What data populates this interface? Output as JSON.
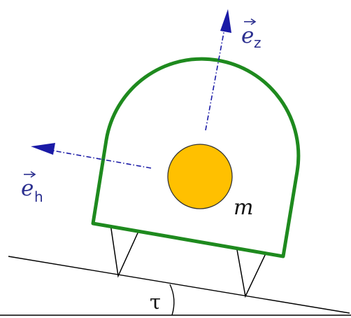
{
  "labels": {
    "axis_z": {
      "base": "e",
      "subscript": "z"
    },
    "axis_h": {
      "base": "e",
      "subscript": "h"
    },
    "mass": "m",
    "incline_angle": "τ"
  },
  "colors": {
    "body_outline": "#1e8a1e",
    "mass": "#ffc000",
    "mass_outline": "#333333",
    "axes": "#1a1aa6",
    "ground": "#000000",
    "legs": "#000000"
  }
}
